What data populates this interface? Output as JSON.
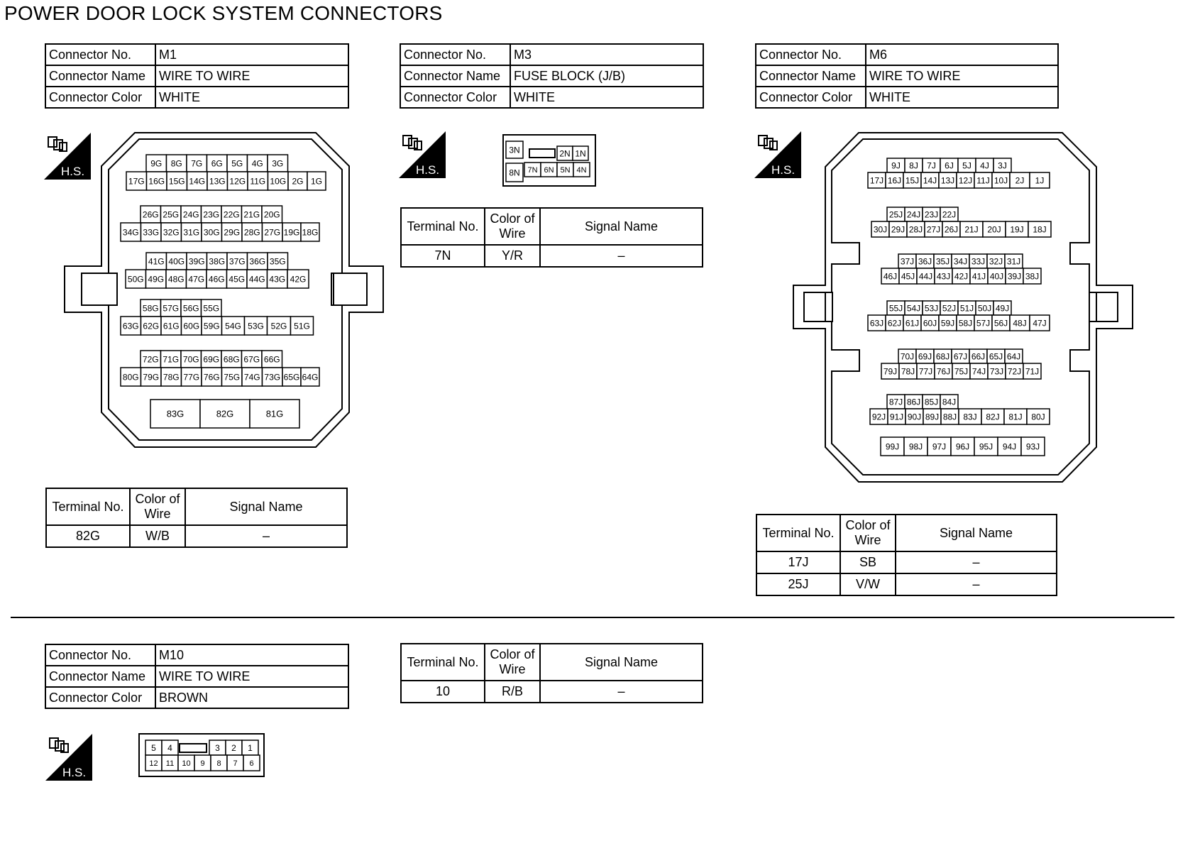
{
  "title": "POWER DOOR LOCK SYSTEM CONNECTORS",
  "labels": {
    "connector_no": "Connector No.",
    "connector_name": "Connector Name",
    "connector_color": "Connector Color",
    "terminal_no": "Terminal No.",
    "color_of_wire_1": "Color of",
    "color_of_wire_2": "Wire",
    "signal_name": "Signal Name",
    "hs": "H.S."
  },
  "connectors": [
    {
      "no": "M1",
      "name": "WIRE TO WIRE",
      "color": "WHITE",
      "terminals": [
        {
          "no": "82G",
          "wire": "W/B",
          "signal": "–"
        }
      ],
      "pin_rows": [
        [
          "9G",
          "8G",
          "7G",
          "6G",
          "5G",
          "4G",
          "3G"
        ],
        [
          "17G",
          "16G",
          "15G",
          "14G",
          "13G",
          "12G",
          "11G",
          "10G",
          "2G",
          "1G"
        ],
        [
          "26G",
          "25G",
          "24G",
          "23G",
          "22G",
          "21G",
          "20G"
        ],
        [
          "34G",
          "33G",
          "32G",
          "31G",
          "30G",
          "29G",
          "28G",
          "27G",
          "19G",
          "18G"
        ],
        [
          "41G",
          "40G",
          "39G",
          "38G",
          "37G",
          "36G",
          "35G"
        ],
        [
          "50G",
          "49G",
          "48G",
          "47G",
          "46G",
          "45G",
          "44G",
          "43G",
          "42G"
        ],
        [
          "58G",
          "57G",
          "56G",
          "55G"
        ],
        [
          "63G",
          "62G",
          "61G",
          "60G",
          "59G",
          "54G",
          "53G",
          "52G",
          "51G"
        ],
        [
          "72G",
          "71G",
          "70G",
          "69G",
          "68G",
          "67G",
          "66G"
        ],
        [
          "80G",
          "79G",
          "78G",
          "77G",
          "76G",
          "75G",
          "74G",
          "73G",
          "65G",
          "64G"
        ],
        [
          "83G",
          "82G",
          "81G"
        ]
      ]
    },
    {
      "no": "M3",
      "name": "FUSE BLOCK (J/B)",
      "color": "WHITE",
      "terminals": [
        {
          "no": "7N",
          "wire": "Y/R",
          "signal": "–"
        }
      ],
      "pin_rows": [
        [
          "3N",
          "2N",
          "1N"
        ],
        [
          "8N",
          "7N",
          "6N",
          "5N",
          "4N"
        ]
      ]
    },
    {
      "no": "M6",
      "name": "WIRE TO WIRE",
      "color": "WHITE",
      "terminals": [
        {
          "no": "17J",
          "wire": "SB",
          "signal": "–"
        },
        {
          "no": "25J",
          "wire": "V/W",
          "signal": "–"
        }
      ],
      "pin_rows": [
        [
          "9J",
          "8J",
          "7J",
          "6J",
          "5J",
          "4J",
          "3J"
        ],
        [
          "17J",
          "16J",
          "15J",
          "14J",
          "13J",
          "12J",
          "11J",
          "10J",
          "2J",
          "1J"
        ],
        [
          "25J",
          "24J",
          "23J",
          "22J"
        ],
        [
          "30J",
          "29J",
          "28J",
          "27J",
          "26J",
          "21J",
          "20J",
          "19J",
          "18J"
        ],
        [
          "37J",
          "36J",
          "35J",
          "34J",
          "33J",
          "32J",
          "31J"
        ],
        [
          "46J",
          "45J",
          "44J",
          "43J",
          "42J",
          "41J",
          "40J",
          "39J",
          "38J"
        ],
        [
          "55J",
          "54J",
          "53J",
          "52J",
          "51J",
          "50J",
          "49J"
        ],
        [
          "63J",
          "62J",
          "61J",
          "60J",
          "59J",
          "58J",
          "57J",
          "56J",
          "48J",
          "47J"
        ],
        [
          "70J",
          "69J",
          "68J",
          "67J",
          "66J",
          "65J",
          "64J"
        ],
        [
          "79J",
          "78J",
          "77J",
          "76J",
          "75J",
          "74J",
          "73J",
          "72J",
          "71J"
        ],
        [
          "87J",
          "86J",
          "85J",
          "84J"
        ],
        [
          "92J",
          "91J",
          "90J",
          "89J",
          "88J",
          "83J",
          "82J",
          "81J",
          "80J"
        ],
        [
          "99J",
          "98J",
          "97J",
          "96J",
          "95J",
          "94J",
          "93J"
        ]
      ]
    },
    {
      "no": "M10",
      "name": "WIRE TO WIRE",
      "color": "BROWN",
      "terminals": [
        {
          "no": "10",
          "wire": "R/B",
          "signal": "–"
        }
      ],
      "pin_rows": [
        [
          "5",
          "4",
          "3",
          "2",
          "1"
        ],
        [
          "12",
          "11",
          "10",
          "9",
          "8",
          "7",
          "6"
        ]
      ]
    }
  ]
}
